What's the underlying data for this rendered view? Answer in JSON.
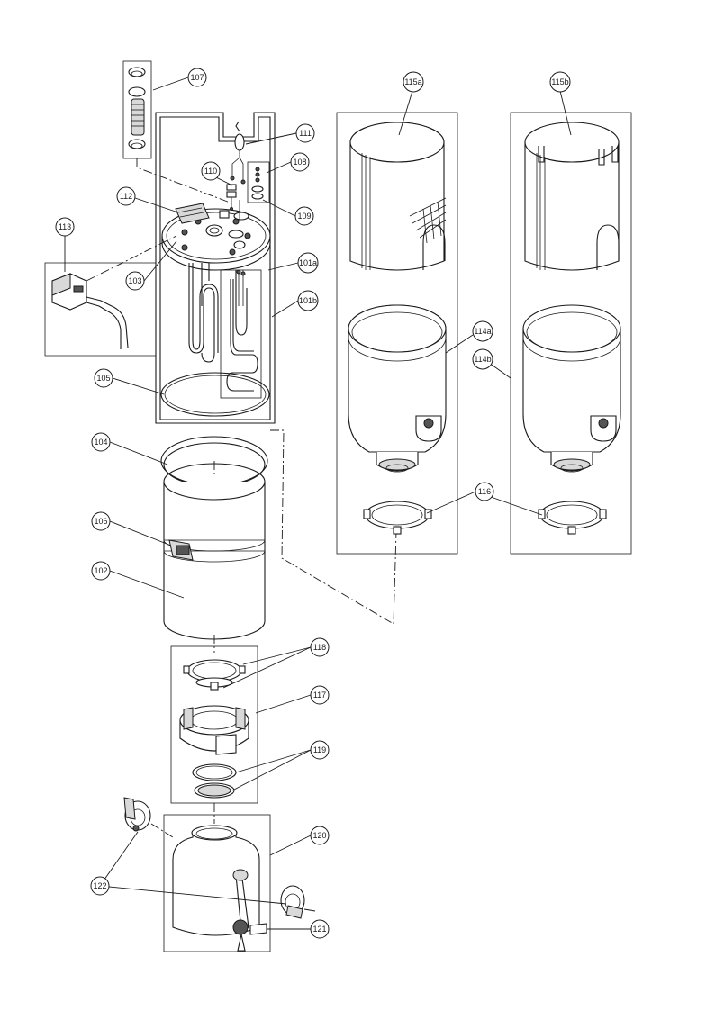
{
  "labels": {
    "p101a": "101a",
    "p101b": "101b",
    "p102": "102",
    "p103": "103",
    "p104": "104",
    "p105": "105",
    "p106": "106",
    "p107": "107",
    "p108": "108",
    "p109": "109",
    "p110": "110",
    "p111": "111",
    "p112": "112",
    "p113": "113",
    "p114a": "114a",
    "p114b": "114b",
    "p115a": "115a",
    "p115b": "115b",
    "p116": "116",
    "p117": "117",
    "p118": "118",
    "p119": "119",
    "p120": "120",
    "p121": "121",
    "p122": "122"
  },
  "colors": {
    "line": "#1a1a1a",
    "background": "#ffffff",
    "shade": "#d9d9d9"
  }
}
